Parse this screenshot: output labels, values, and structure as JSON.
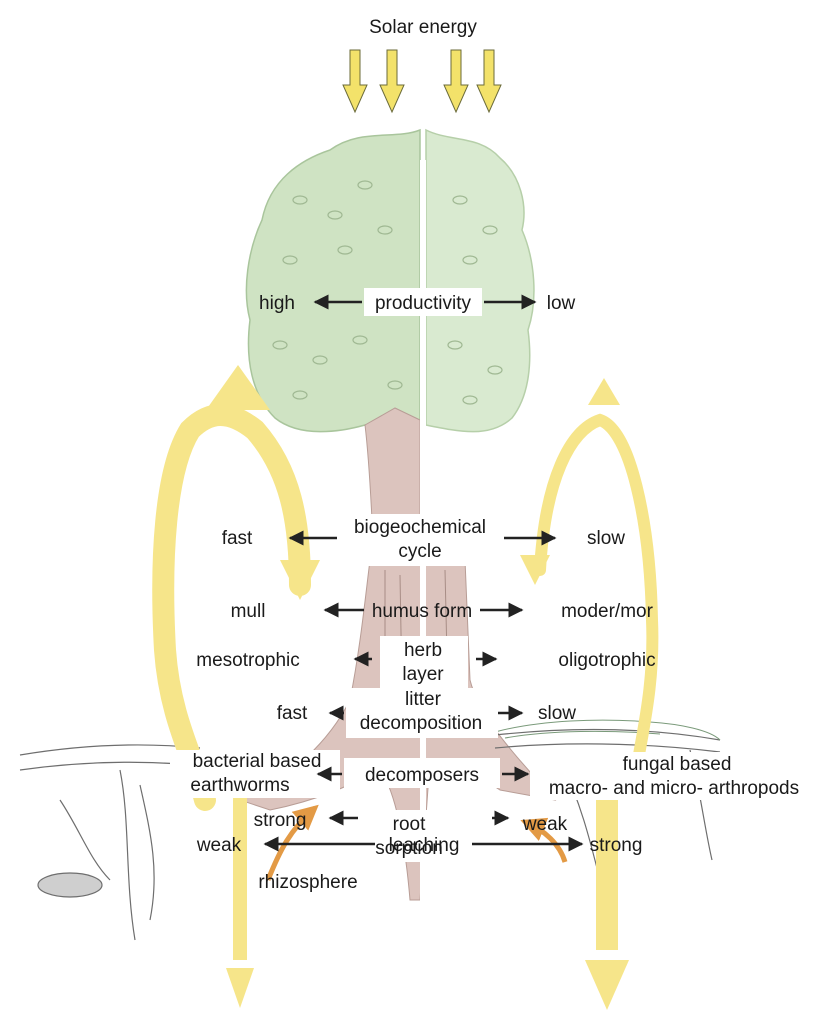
{
  "labels": {
    "solar_energy": "Solar energy",
    "productivity": {
      "center": "productivity",
      "left": "high",
      "right": "low"
    },
    "biogeochemical": {
      "line1": "biogeochemical",
      "line2": "cycle",
      "left": "fast",
      "right": "slow"
    },
    "humus": {
      "center": "humus form",
      "left": "mull",
      "right": "moder/mor"
    },
    "herb": {
      "line1": "herb",
      "line2": "layer",
      "left": "mesotrophic",
      "right": "oligotrophic"
    },
    "litter": {
      "line1": "litter",
      "line2": "decomposition",
      "left": "fast",
      "right": "slow"
    },
    "decomposers": {
      "center": "decomposers",
      "left_line1": "bacterial based",
      "left_line2": "earthworms",
      "right_line1": "fungal based",
      "right_line2": "macro- and micro- arthropods"
    },
    "root": {
      "line1": "root",
      "line2": "sorption",
      "left": "strong",
      "right": "weak"
    },
    "leaching": {
      "center": "leaching",
      "left": "weak",
      "right": "strong"
    },
    "rhizosphere": "rhizosphere"
  },
  "colors": {
    "canopy_left": "#cfe3c3",
    "canopy_right": "#d9ead0",
    "trunk": "#dcc4be",
    "yellow_flow": "#f6e58a",
    "solar_arrow": "#f3e26a",
    "orange_arrow": "#e39a45",
    "soil_line": "#6e6e6e",
    "arrow": "#222222"
  }
}
